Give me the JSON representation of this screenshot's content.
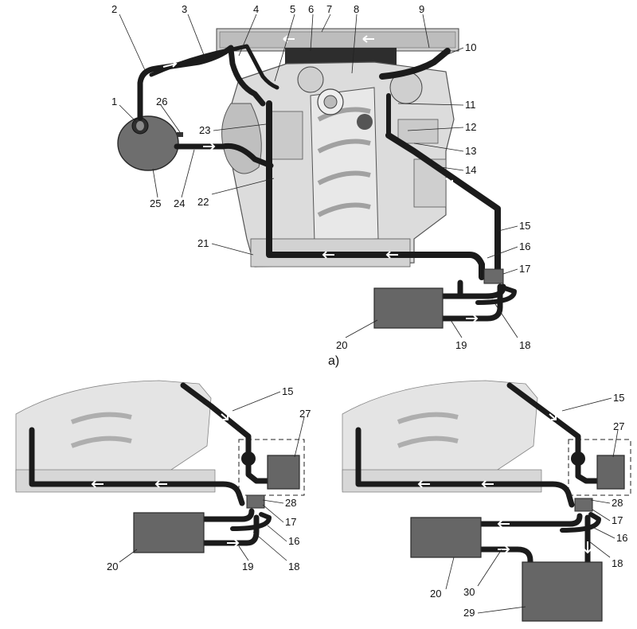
{
  "figure": {
    "subfigure_labels": {
      "a": "a)"
    },
    "callouts": [
      "1",
      "2",
      "3",
      "4",
      "5",
      "6",
      "7",
      "8",
      "9",
      "10",
      "11",
      "12",
      "13",
      "14",
      "15",
      "16",
      "17",
      "18",
      "19",
      "20",
      "21",
      "22",
      "23",
      "24",
      "25",
      "26",
      "27",
      "28",
      "29",
      "30"
    ],
    "colors": {
      "hose": "#1b1b1b",
      "box": "#666666",
      "box_edge": "#2a2a2a",
      "engine_fill": "#d9d9d9",
      "engine_line": "#4a4a4a",
      "radiator": "#c8c8c8",
      "tank": "#6b6b6b",
      "flow_arrow": "#ffffff",
      "dashed_frame": "#222222"
    }
  }
}
